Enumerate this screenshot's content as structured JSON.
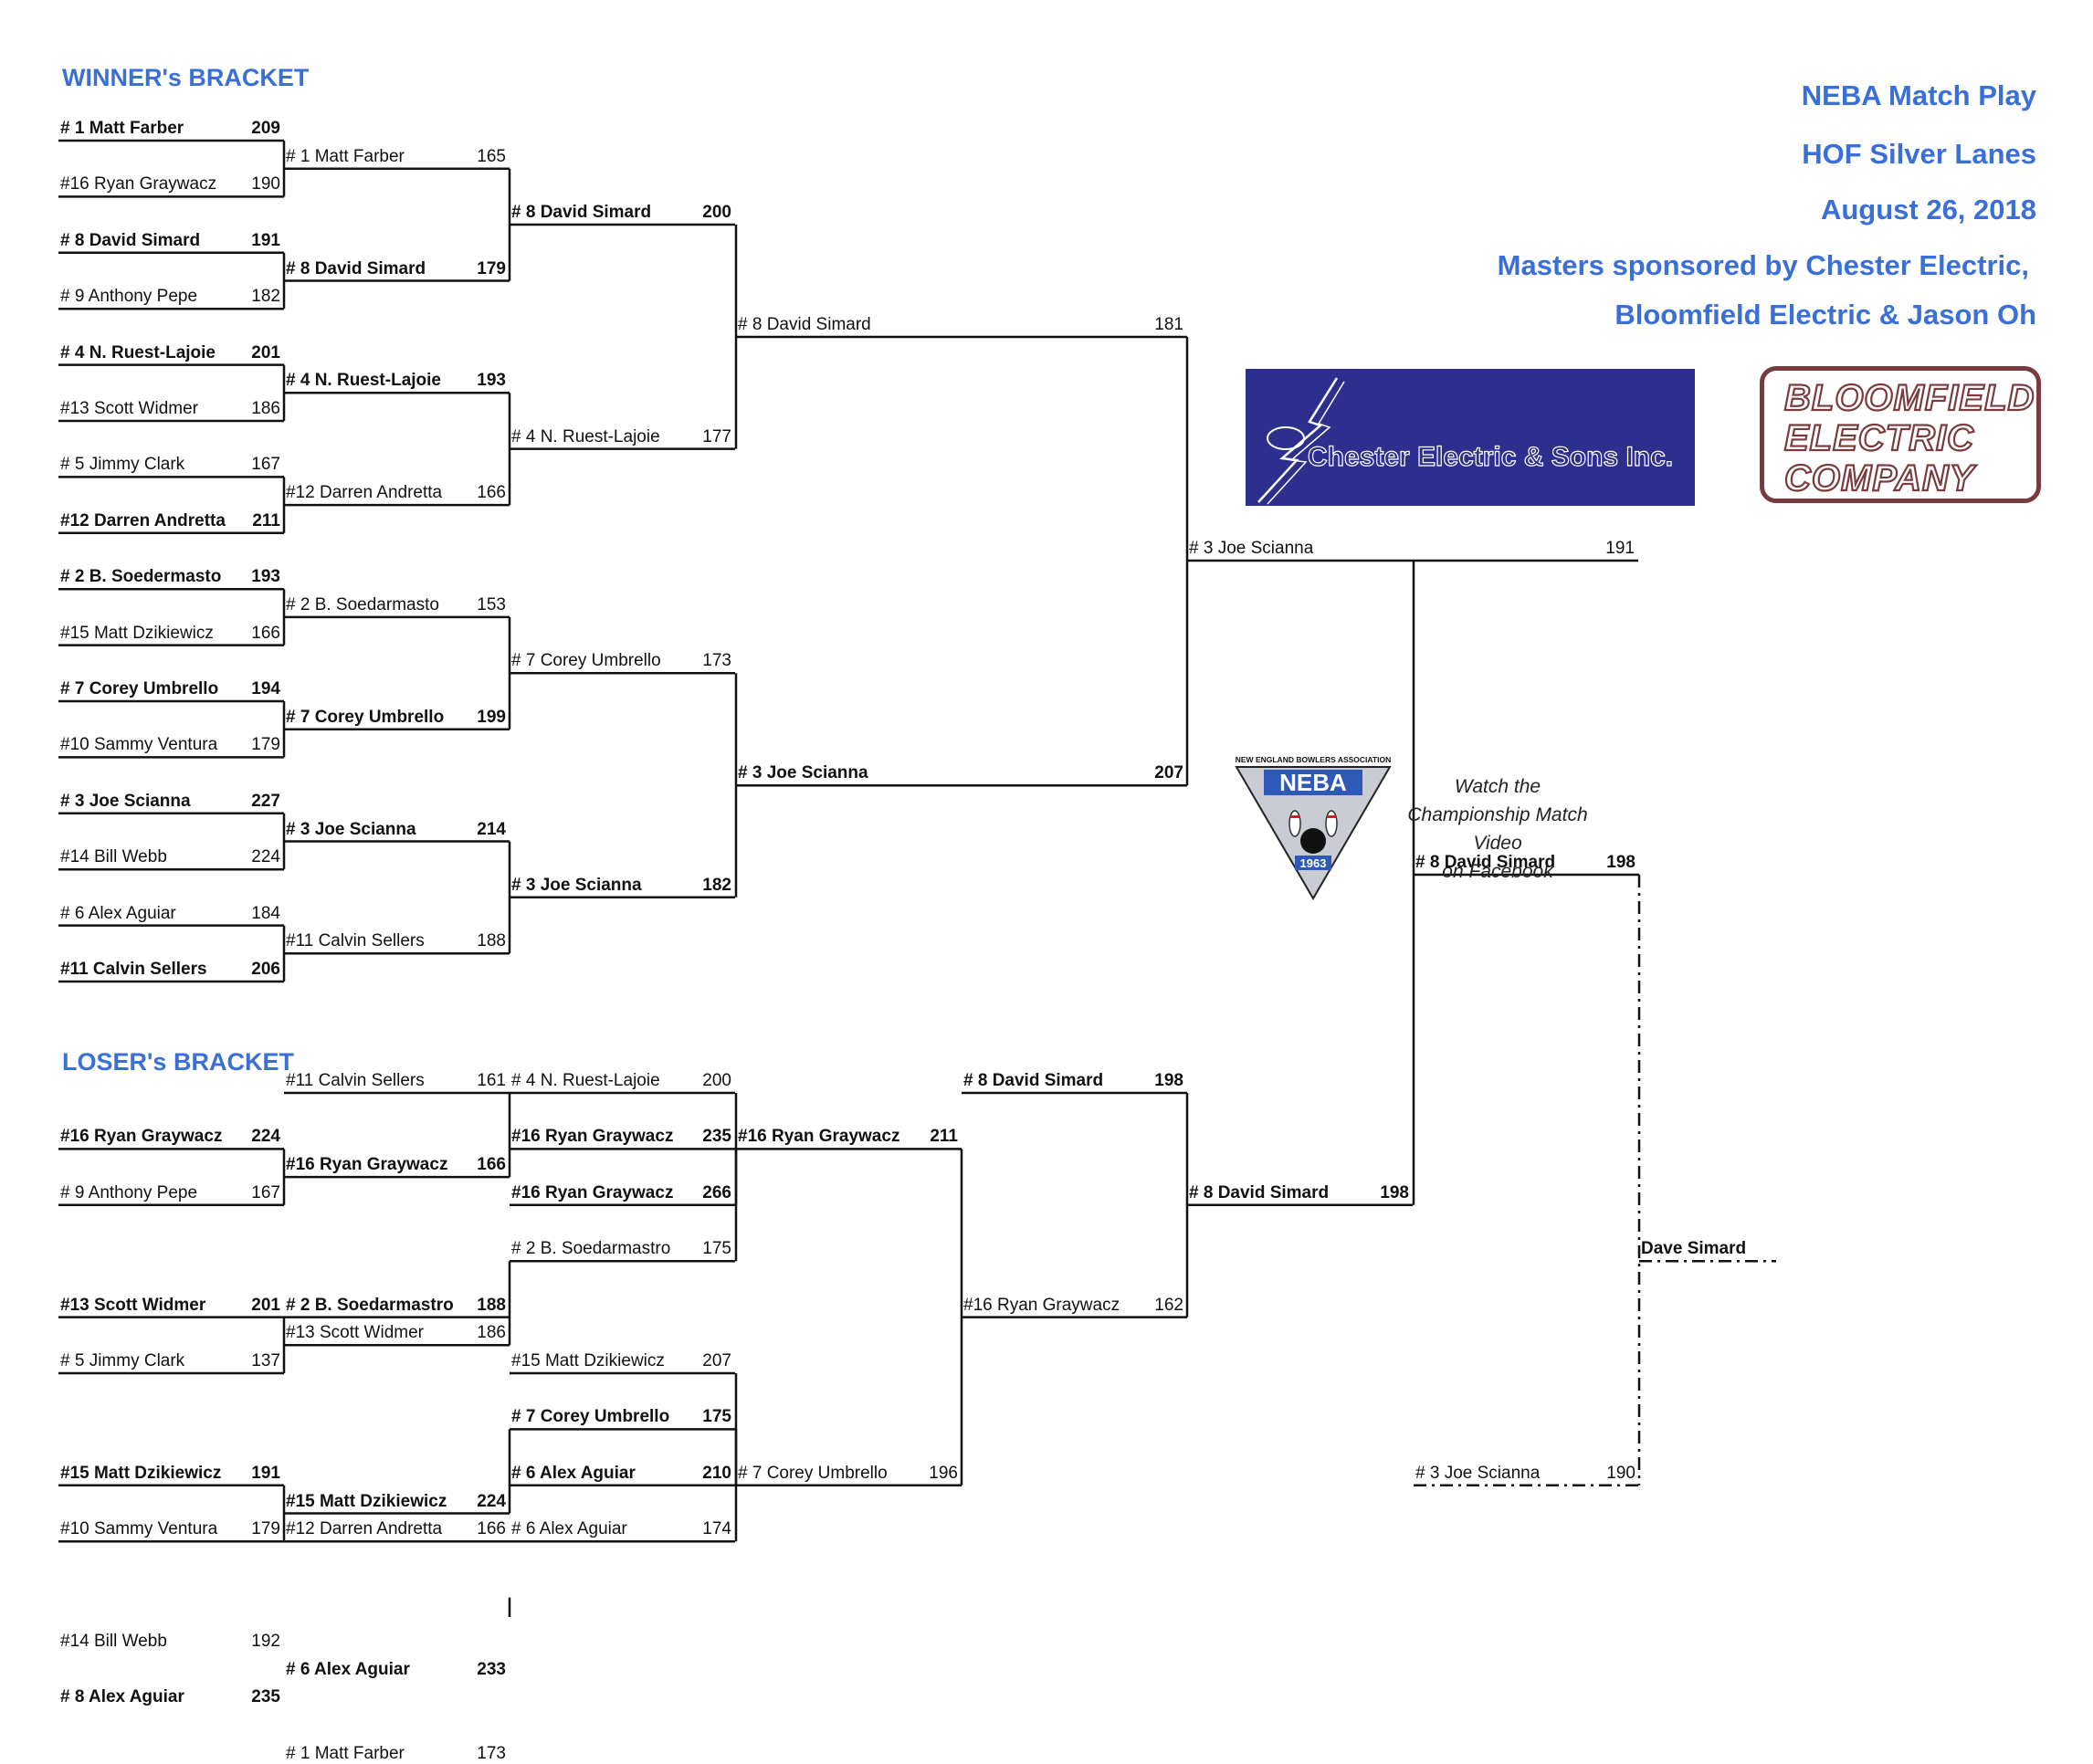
{
  "headers": {
    "winners": "WINNER's BRACKET",
    "losers": "LOSER's BRACKET"
  },
  "event": {
    "title": "NEBA Match Play",
    "venue": "HOF Silver Lanes",
    "date": "August 26, 2018",
    "sponsors_line1": "Masters sponsored by Chester Electric,",
    "sponsors_line2": "Bloomfield Electric & Jason Oh"
  },
  "logos": {
    "chester": "Chester Electric & Sons Inc.",
    "bloomfield": [
      "BLOOMFIELD",
      "ELECTRIC",
      "COMPANY"
    ],
    "neba_top": "NEW ENGLAND BOWLERS ASSOCIATION",
    "neba": "NEBA",
    "neba_year": "1963"
  },
  "facebook_note": [
    "Watch the",
    "Championship Match",
    "Video",
    "on Facebook"
  ],
  "winners": {
    "r1": [
      {
        "name": "#  1 Matt Farber",
        "score": "209",
        "bold": true
      },
      {
        "name": "#16  Ryan Graywacz",
        "score": "190",
        "bold": false
      },
      {
        "name": "#  8 David Simard",
        "score": "191",
        "bold": true
      },
      {
        "name": "#  9 Anthony Pepe",
        "score": "182",
        "bold": false
      },
      {
        "name": "#  4 N. Ruest-Lajoie",
        "score": "201",
        "bold": true
      },
      {
        "name": "#13 Scott Widmer",
        "score": "186",
        "bold": false
      },
      {
        "name": "#  5 Jimmy Clark",
        "score": "167",
        "bold": false
      },
      {
        "name": "#12 Darren Andretta",
        "score": "211",
        "bold": true
      },
      {
        "name": "#  2 B. Soedermasto",
        "score": "193",
        "bold": true
      },
      {
        "name": "#15 Matt Dzikiewicz",
        "score": "166",
        "bold": false
      },
      {
        "name": "#  7 Corey Umbrello",
        "score": "194",
        "bold": true
      },
      {
        "name": "#10 Sammy Ventura",
        "score": "179",
        "bold": false
      },
      {
        "name": "#  3 Joe Scianna",
        "score": "227",
        "bold": true
      },
      {
        "name": "#14 Bill Webb",
        "score": "224",
        "bold": false
      },
      {
        "name": "#  6 Alex Aguiar",
        "score": "184",
        "bold": false
      },
      {
        "name": "#11 Calvin Sellers",
        "score": "206",
        "bold": true
      }
    ],
    "r2": [
      {
        "name": "#  1 Matt Farber",
        "score": "165",
        "bold": false
      },
      {
        "name": "#  8 David Simard",
        "score": "179",
        "bold": true
      },
      {
        "name": "#  4 N. Ruest-Lajoie",
        "score": "193",
        "bold": true
      },
      {
        "name": "#12 Darren Andretta",
        "score": "166",
        "bold": false
      },
      {
        "name": "#  2 B. Soedarmasto",
        "score": "153",
        "bold": false
      },
      {
        "name": "#  7 Corey Umbrello",
        "score": "199",
        "bold": true
      },
      {
        "name": "#  3 Joe Scianna",
        "score": "214",
        "bold": true
      },
      {
        "name": "#11 Calvin Sellers",
        "score": "188",
        "bold": false
      }
    ],
    "r3": [
      {
        "name": "#  8 David Simard",
        "score": "200",
        "bold": true
      },
      {
        "name": "#  4 N. Ruest-Lajoie",
        "score": "177",
        "bold": false
      },
      {
        "name": "#  7 Corey Umbrello",
        "score": "173",
        "bold": false
      },
      {
        "name": "#  3 Joe Scianna",
        "score": "182",
        "bold": true
      }
    ],
    "r4": [
      {
        "name": "#  8 David Simard",
        "score": "181",
        "bold": false
      },
      {
        "name": "#  3 Joe Scianna",
        "score": "207",
        "bold": true
      }
    ],
    "r5": {
      "name": "#  3 Joe Scianna",
      "score": "191",
      "bold": false
    }
  },
  "losers": {
    "dropins_r1": [
      {
        "name": "#11 Calvin Sellers",
        "score": "161",
        "bold": false
      },
      {
        "name": "#  2 B. Soedarmastro",
        "score": "188",
        "bold": true
      },
      {
        "name": "#12 Darren Andretta",
        "score": "166",
        "bold": false
      },
      {
        "name": "#  1 Matt Farber",
        "score": "173",
        "bold": false
      }
    ],
    "r1": [
      {
        "name": "#16 Ryan Graywacz",
        "score": "224",
        "bold": true
      },
      {
        "name": "#  9 Anthony Pepe",
        "score": "167",
        "bold": false
      },
      {
        "name": "#13 Scott Widmer",
        "score": "201",
        "bold": true
      },
      {
        "name": "#  5 Jimmy Clark",
        "score": "137",
        "bold": false
      },
      {
        "name": "#15 Matt Dzikiewicz",
        "score": "191",
        "bold": true
      },
      {
        "name": "#10 Sammy Ventura",
        "score": "179",
        "bold": false
      },
      {
        "name": "#14 Bill Webb",
        "score": "192",
        "bold": false
      },
      {
        "name": "#  8 Alex Aguiar",
        "score": "235",
        "bold": true
      }
    ],
    "r2": [
      {
        "name": "#16 Ryan Graywacz",
        "score": "166",
        "bold": true
      },
      {
        "name": "#13 Scott Widmer",
        "score": "186",
        "bold": false
      },
      {
        "name": "#15 Matt Dzikiewicz",
        "score": "224",
        "bold": true
      },
      {
        "name": "#  6 Alex Aguiar",
        "score": "233",
        "bold": true
      }
    ],
    "r3": [
      {
        "name": "#16 Ryan Graywacz",
        "score": "235",
        "bold": true
      },
      {
        "name": "#  2 B. Soedarmastro",
        "score": "175",
        "bold": false
      },
      {
        "name": "#15 Matt Dzikiewicz",
        "score": "207",
        "bold": false
      },
      {
        "name": "#  6 Alex Aguiar",
        "score": "210",
        "bold": true
      }
    ],
    "dropins_r4": [
      {
        "name": "#  4 N. Ruest-Lajoie",
        "score": "200",
        "bold": false
      },
      {
        "name": "#  6 Alex Aguiar",
        "score": "174",
        "bold": false
      }
    ],
    "r4": [
      {
        "name": "#16 Ryan Graywacz",
        "score": "266",
        "bold": true
      },
      {
        "name": "#  7 Corey Umbrello",
        "score": "175",
        "bold": true
      }
    ],
    "r5": [
      {
        "name": "#16 Ryan Graywacz",
        "score": "211",
        "bold": true
      },
      {
        "name": "#  7 Corey Umbrello",
        "score": "196",
        "bold": false
      }
    ],
    "dropin_r6": {
      "name": "#  8 David Simard",
      "score": "198",
      "bold": true
    },
    "r6": {
      "name": "#16 Ryan Graywacz",
      "score": "162",
      "bold": false
    },
    "r7": {
      "name": "#  8 David Simard",
      "score": "198",
      "bold": true
    }
  },
  "finals": {
    "top": {
      "name": "#  8  David Simard",
      "score": "198",
      "bold": true
    },
    "bottom": {
      "name": "#  3 Joe Scianna",
      "score": "190",
      "bold": false
    },
    "champion": {
      "name": "Dave Simard",
      "score": "",
      "bold": true
    }
  }
}
